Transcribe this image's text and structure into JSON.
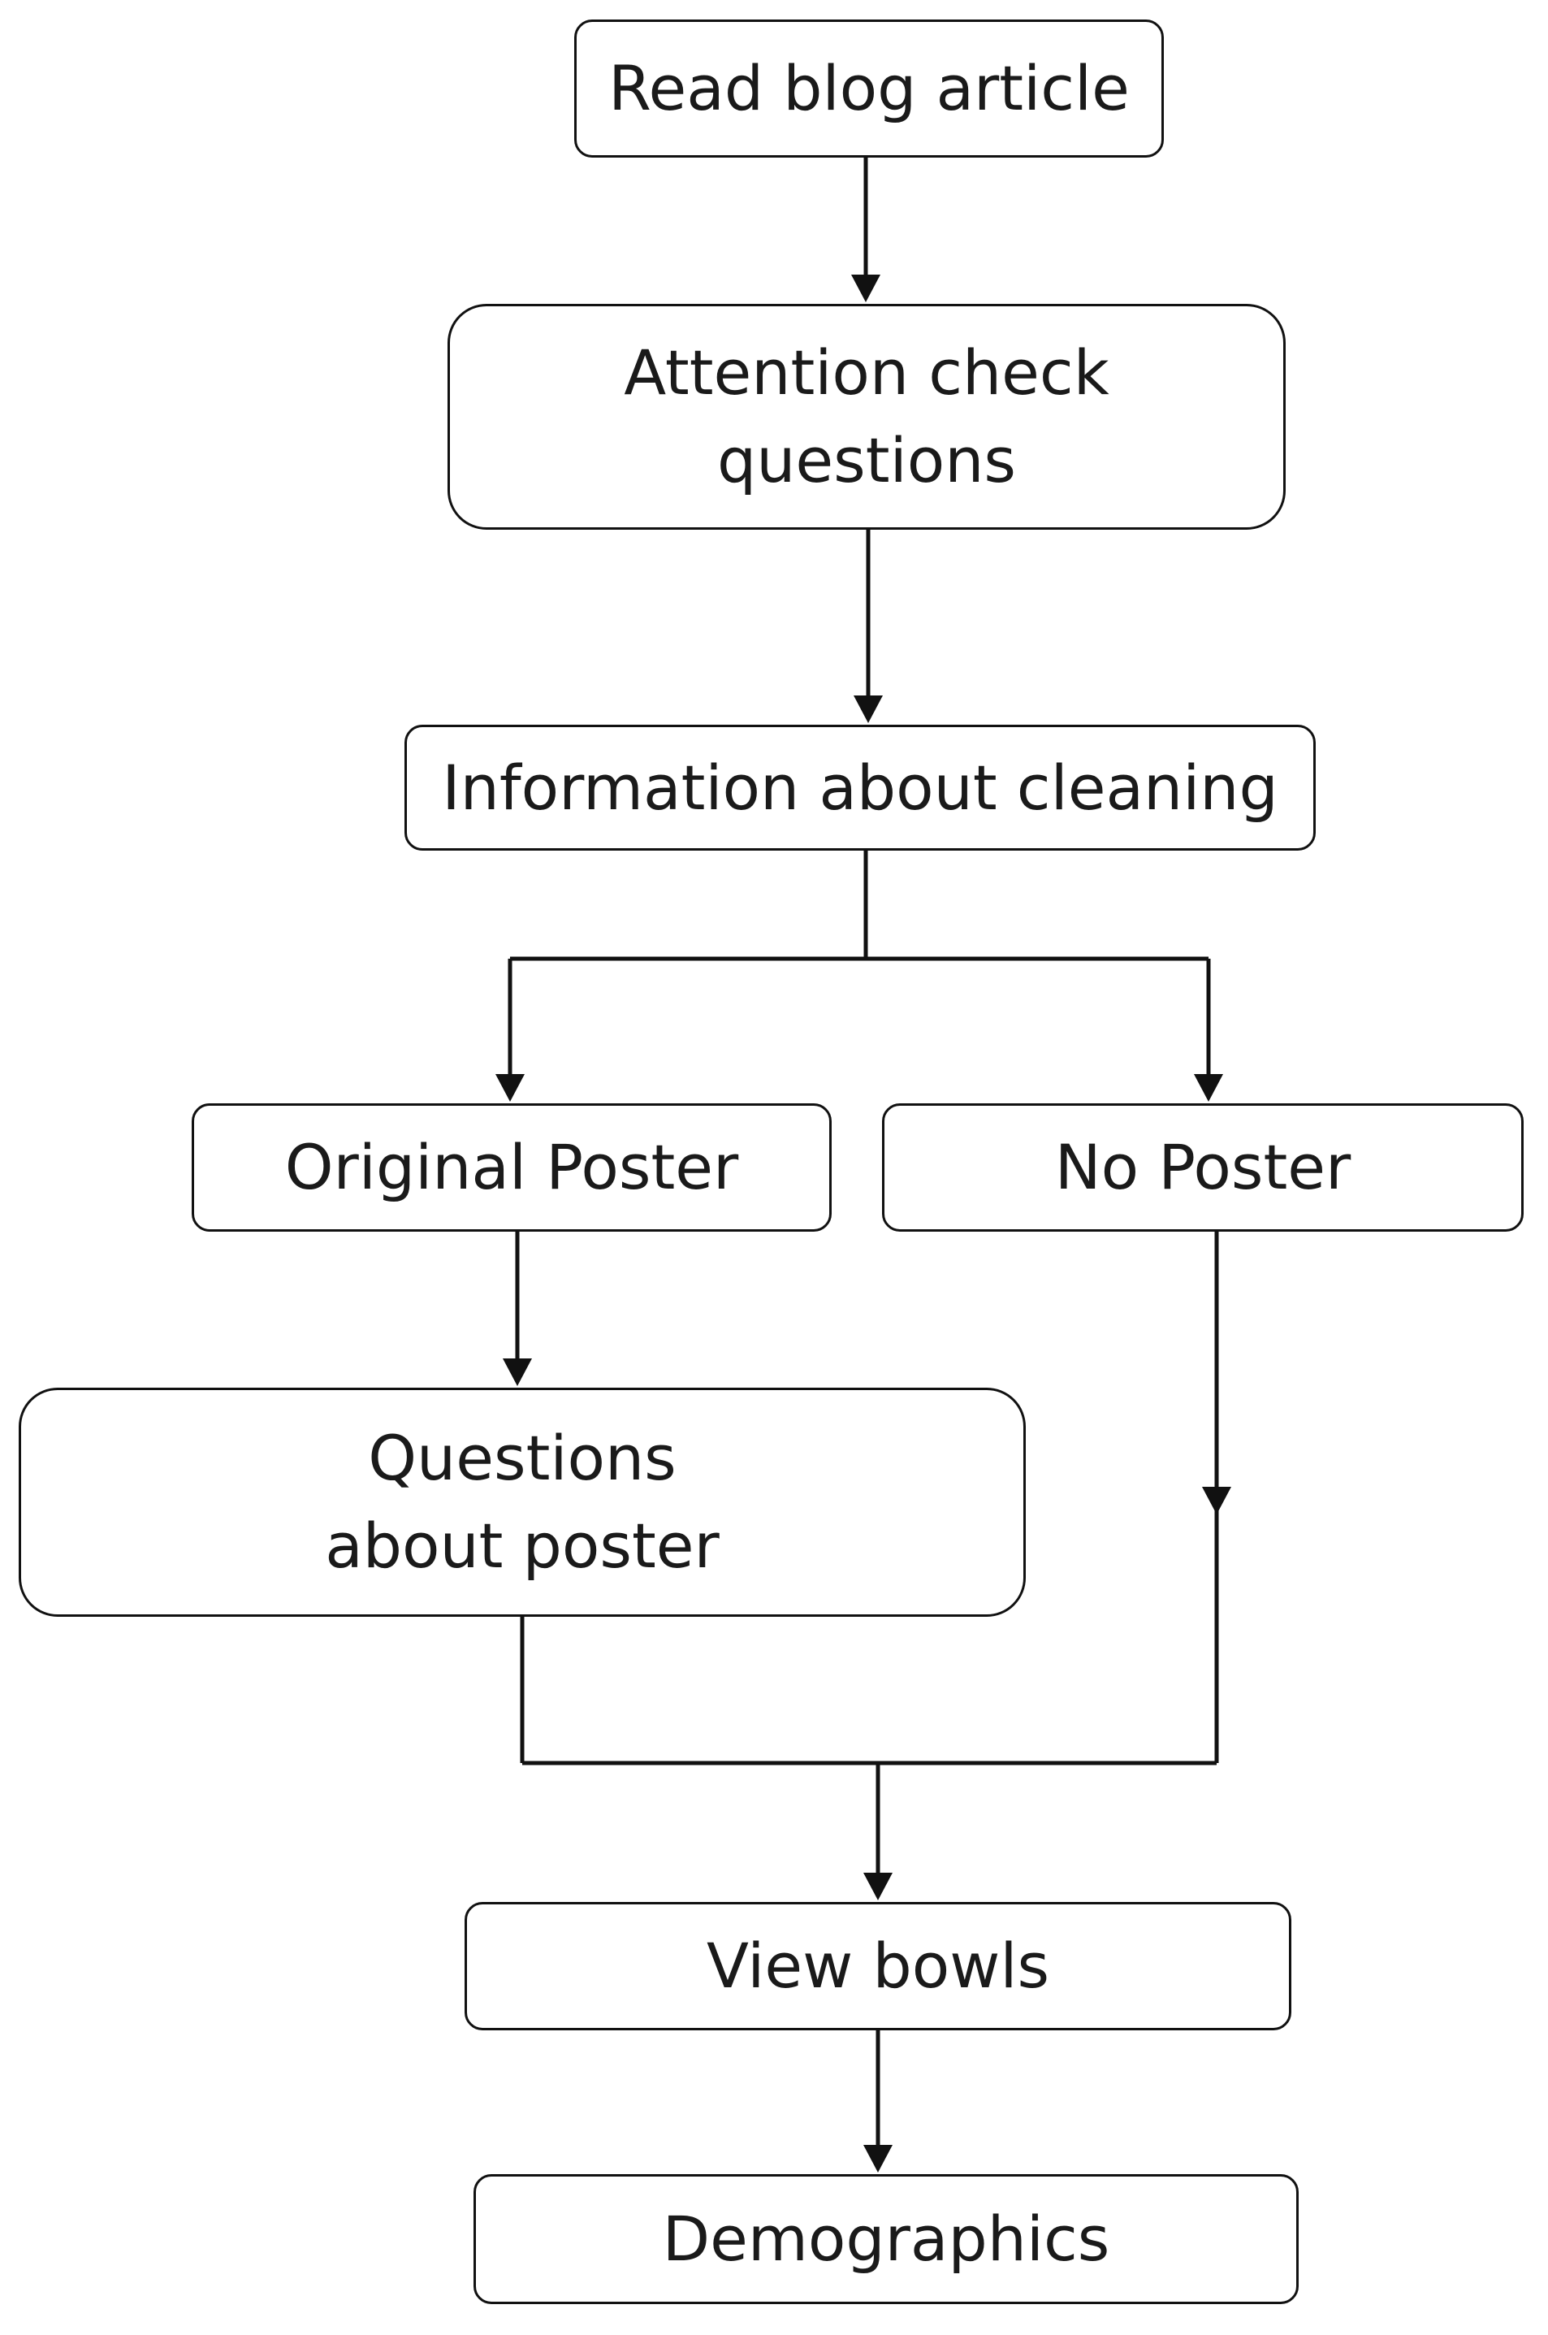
{
  "nodes": {
    "read_blog": "Read blog article",
    "attention": [
      "Attention check",
      "questions"
    ],
    "information": "Information about cleaning",
    "original_poster": "Original Poster",
    "no_poster": "No Poster",
    "questions_poster": [
      "Questions",
      "about poster"
    ],
    "view_bowls": "View bowls",
    "demographics": "Demographics"
  },
  "edges": [
    {
      "from": "read_blog",
      "to": "attention"
    },
    {
      "from": "attention",
      "to": "information"
    },
    {
      "from": "information",
      "to": "original_poster"
    },
    {
      "from": "information",
      "to": "no_poster"
    },
    {
      "from": "original_poster",
      "to": "questions_poster"
    },
    {
      "from": "no_poster",
      "to": "view_bowls"
    },
    {
      "from": "questions_poster",
      "to": "view_bowls"
    },
    {
      "from": "view_bowls",
      "to": "demographics"
    }
  ],
  "colors": {
    "stroke": "#111111",
    "background": "#ffffff",
    "text": "#1a1a1a"
  }
}
